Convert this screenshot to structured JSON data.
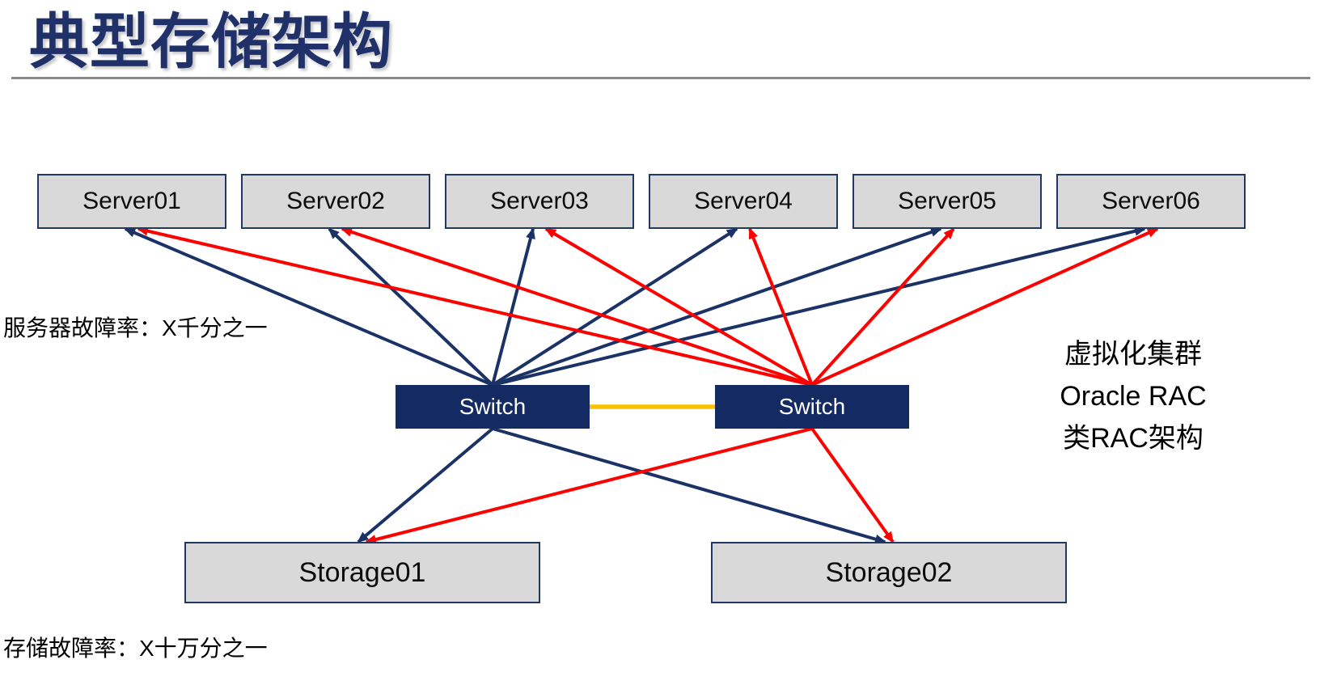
{
  "title": "典型存储架构",
  "labels": {
    "server_failure": "服务器故障率：X千分之一",
    "storage_failure": "存储故障率：X十万分之一",
    "right_note_lines": [
      "虚拟化集群",
      "Oracle RAC",
      "类RAC架构"
    ]
  },
  "diagram": {
    "nodes": {
      "servers": [
        {
          "id": "server01",
          "label": "Server01"
        },
        {
          "id": "server02",
          "label": "Server02"
        },
        {
          "id": "server03",
          "label": "Server03"
        },
        {
          "id": "server04",
          "label": "Server04"
        },
        {
          "id": "server05",
          "label": "Server05"
        },
        {
          "id": "server06",
          "label": "Server06"
        }
      ],
      "switches": [
        {
          "id": "switch1",
          "label": "Switch"
        },
        {
          "id": "switch2",
          "label": "Switch"
        }
      ],
      "storages": [
        {
          "id": "storage01",
          "label": "Storage01"
        },
        {
          "id": "storage02",
          "label": "Storage02"
        }
      ]
    },
    "edges": [
      {
        "from": "server01",
        "to": "switch1",
        "type": "uplink",
        "color": "navy"
      },
      {
        "from": "server02",
        "to": "switch1",
        "type": "uplink",
        "color": "navy"
      },
      {
        "from": "server03",
        "to": "switch1",
        "type": "uplink",
        "color": "navy"
      },
      {
        "from": "server04",
        "to": "switch1",
        "type": "uplink",
        "color": "navy"
      },
      {
        "from": "server05",
        "to": "switch1",
        "type": "uplink",
        "color": "navy"
      },
      {
        "from": "server06",
        "to": "switch1",
        "type": "uplink",
        "color": "navy"
      },
      {
        "from": "server01",
        "to": "switch2",
        "type": "uplink",
        "color": "red"
      },
      {
        "from": "server02",
        "to": "switch2",
        "type": "uplink",
        "color": "red"
      },
      {
        "from": "server03",
        "to": "switch2",
        "type": "uplink",
        "color": "red"
      },
      {
        "from": "server04",
        "to": "switch2",
        "type": "uplink",
        "color": "red"
      },
      {
        "from": "server05",
        "to": "switch2",
        "type": "uplink",
        "color": "red"
      },
      {
        "from": "server06",
        "to": "switch2",
        "type": "uplink",
        "color": "red"
      },
      {
        "from": "switch1",
        "to": "storage01",
        "type": "downlink",
        "color": "navy"
      },
      {
        "from": "switch1",
        "to": "storage02",
        "type": "downlink",
        "color": "navy"
      },
      {
        "from": "switch2",
        "to": "storage01",
        "type": "downlink",
        "color": "red"
      },
      {
        "from": "switch2",
        "to": "storage02",
        "type": "downlink",
        "color": "red"
      },
      {
        "from": "switch1",
        "to": "switch2",
        "type": "isl",
        "color": "yellow"
      }
    ],
    "colors": {
      "title": "#1F3168",
      "navy_line": "#1B3266",
      "red_line": "#FF0000",
      "isl_yellow": "#FFC000",
      "node_fill": "#D9D9D9",
      "node_border": "#1F3864",
      "switch_fill": "#132A63",
      "switch_text": "#FFFFFF",
      "divider_gray": "#8A8A8A",
      "label_text": "#000000"
    }
  }
}
